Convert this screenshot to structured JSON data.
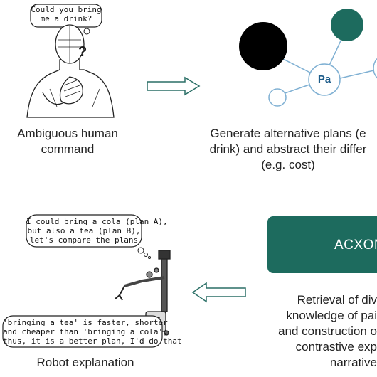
{
  "panel_human": {
    "speech": "Could you bring\nme a drink?",
    "question_mark": "?",
    "caption": "Ambiguous human\ncommand"
  },
  "panel_plans": {
    "node_label": "Pa",
    "caption": "Generate alternative plans (e\ndrink) and abstract their differ\n(e.g. cost)"
  },
  "panel_acxon": {
    "box_label": "ACXON",
    "caption": "Retrieval of div\nknowledge of pai\nand construction o\ncontrastive exp\nnarrative"
  },
  "panel_robot": {
    "speech_top": "I could bring a cola (plan A),\nbut also a tea (plan B),\nlet's compare the plans",
    "speech_bottom": "'bringing a tea' is faster, shorter\nand cheaper than 'bringing a cola',\nthus, it is a better plan, I'd do that",
    "caption": "Robot explanation"
  },
  "colors": {
    "accent": "#1d6b5e",
    "dark_node": "#000000",
    "line": "#7fb0d3"
  }
}
